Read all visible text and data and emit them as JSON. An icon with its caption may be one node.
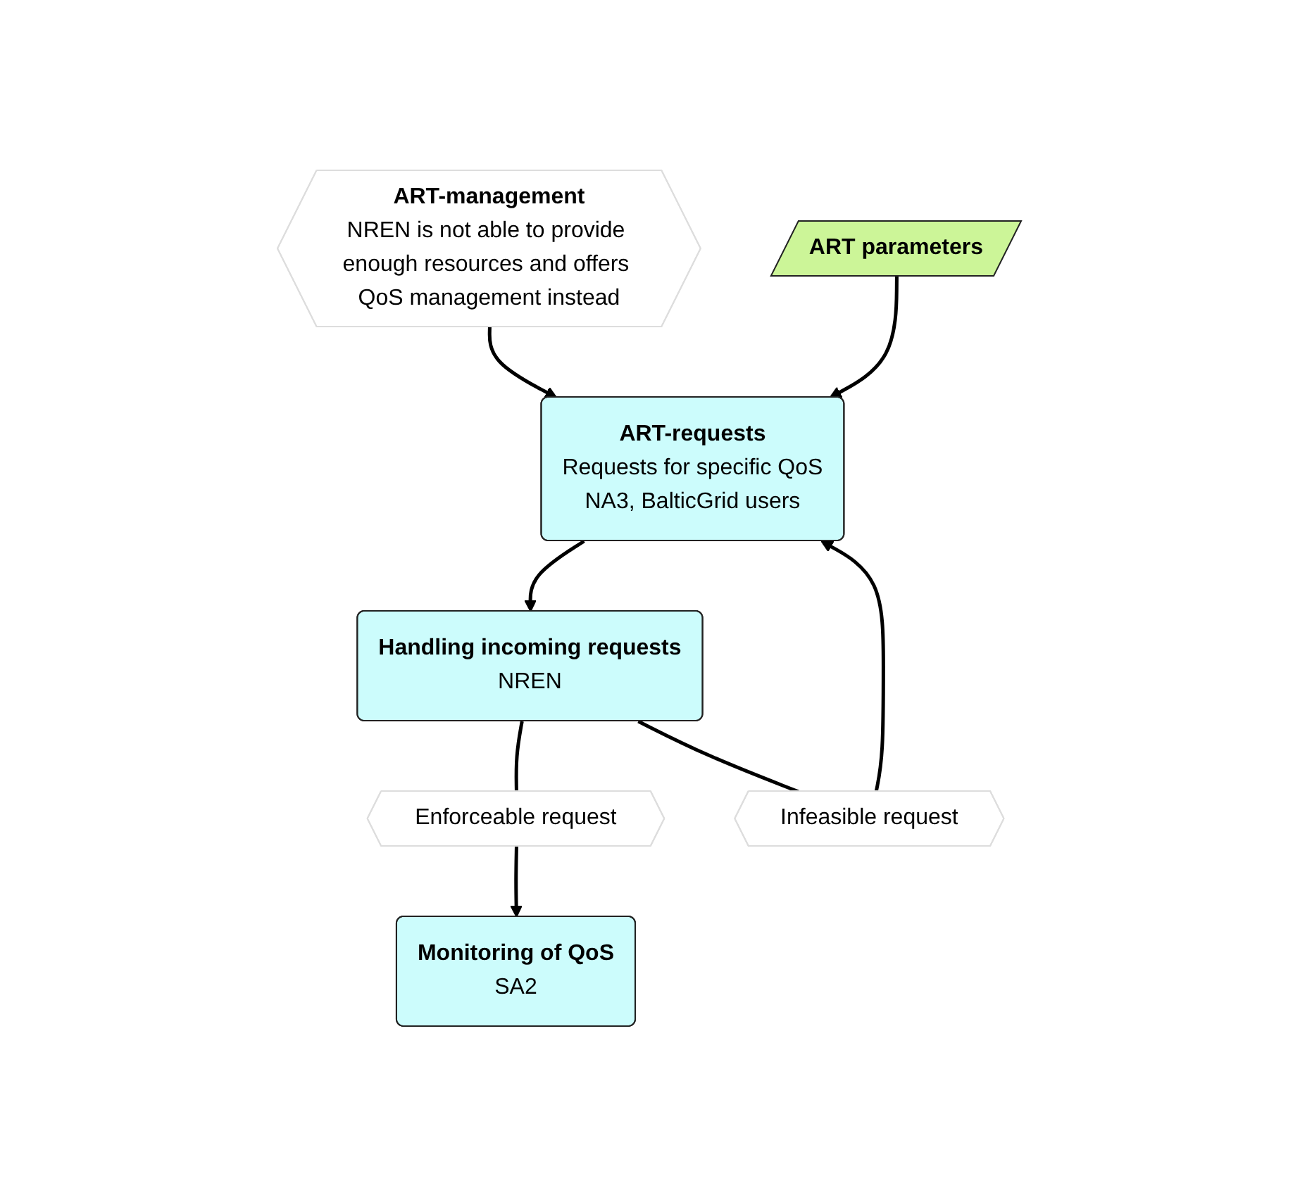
{
  "diagram": {
    "nodes": [
      {
        "text": [
          "ART-management",
          "NREN is not able to provide enough resources and offers QoS management instead"
        ]
      },
      {
        "text": [
          "ART parameters"
        ]
      },
      {
        "text": [
          "ART-requests",
          "Requests for specific QoS",
          "NA3, BalticGrid users"
        ]
      },
      {
        "text": [
          "Handling incoming requests",
          "NREN"
        ]
      },
      {
        "text": [
          "Enforceable request"
        ]
      },
      {
        "text": [
          "Infeasible request"
        ]
      },
      {
        "text": [
          "Monitoring of QoS",
          "SA2"
        ]
      }
    ],
    "edges": [
      {
        "from": 0,
        "to": 2,
        "arrow": "to"
      },
      {
        "from": 1,
        "to": 2,
        "arrow": "to"
      },
      {
        "from": 2,
        "to": 3,
        "arrow": "to"
      },
      {
        "from": 3,
        "to": 4,
        "arrow": "none"
      },
      {
        "from": 3,
        "to": 5,
        "arrow": "none"
      },
      {
        "from": 5,
        "to": 2,
        "arrow": "to"
      },
      {
        "from": 4,
        "to": 6,
        "arrow": "to"
      }
    ]
  }
}
